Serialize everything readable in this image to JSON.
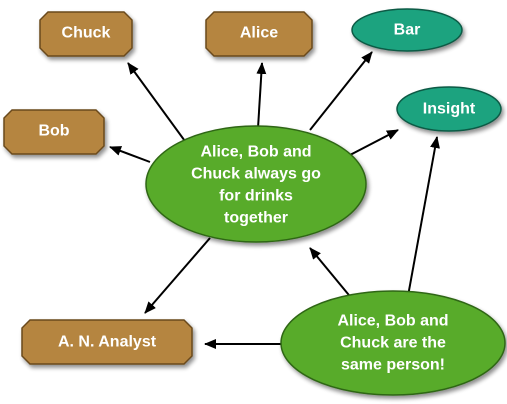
{
  "colors": {
    "person_fill": "#b5853f",
    "person_stroke": "#6a4a1c",
    "concept_fill": "#1aa37f",
    "concept_stroke": "#0c5a45",
    "idea_fill": "#58ab2c",
    "idea_stroke": "#2f6612",
    "edge": "#000000"
  },
  "nodes": {
    "chuck": "Chuck",
    "alice": "Alice",
    "bar": "Bar",
    "bob": "Bob",
    "insight": "Insight",
    "analyst": "A. N. Analyst",
    "drinks": [
      "Alice, Bob and",
      "Chuck always go",
      "for drinks",
      "together"
    ],
    "same_person": [
      "Alice, Bob and",
      "Chuck are the",
      "same person!"
    ]
  },
  "edges": [
    {
      "from": "drinks",
      "to": "chuck"
    },
    {
      "from": "drinks",
      "to": "alice"
    },
    {
      "from": "drinks",
      "to": "bar"
    },
    {
      "from": "drinks",
      "to": "bob"
    },
    {
      "from": "drinks",
      "to": "insight"
    },
    {
      "from": "drinks",
      "to": "analyst"
    },
    {
      "from": "same_person",
      "to": "drinks"
    },
    {
      "from": "same_person",
      "to": "insight"
    },
    {
      "from": "same_person",
      "to": "analyst"
    }
  ]
}
